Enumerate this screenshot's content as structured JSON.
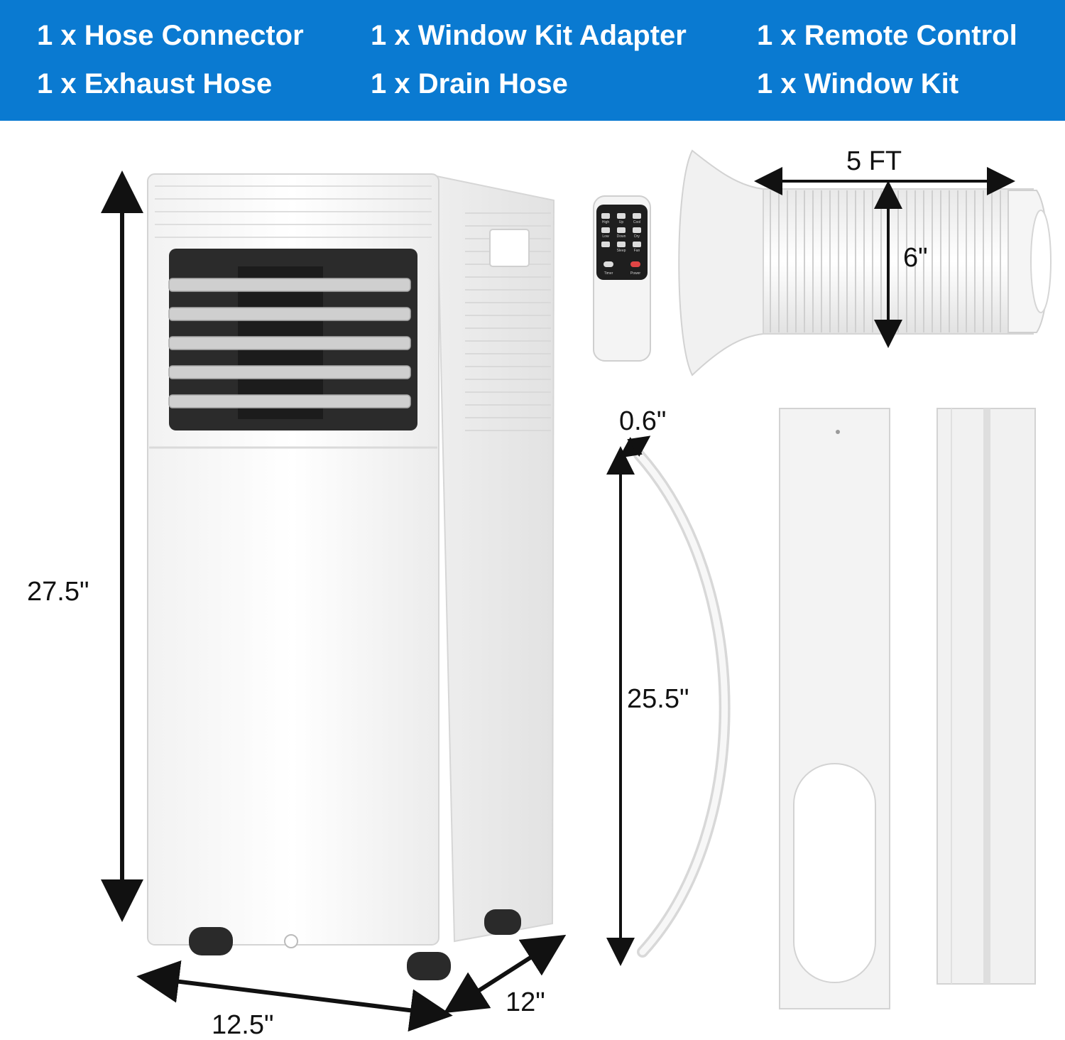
{
  "contents": {
    "items": [
      "1 x Hose Connector",
      "1 x Window Kit Adapter",
      "1 x Remote Control",
      "1 x Exhaust Hose",
      "1 x Drain Hose",
      "1 x Window Kit"
    ]
  },
  "dimensions": {
    "unit_height": "27.5\"",
    "unit_width": "12.5\"",
    "unit_depth": "12\"",
    "exhaust_hose_length": "5 FT",
    "exhaust_hose_diameter": "6\"",
    "drain_hose_diameter": "0.6\"",
    "drain_hose_length": "25.5\""
  },
  "remote": {
    "buttons": [
      "High",
      "Up",
      "Cool",
      "Low",
      "Down",
      "Dry",
      "Sleep",
      "Fan",
      "Timer",
      "Power"
    ]
  },
  "colors": {
    "banner": "#0a7ad1",
    "banner_text": "#ffffff",
    "product": "#f7f7f7",
    "louver_dark": "#2b2b2b"
  }
}
